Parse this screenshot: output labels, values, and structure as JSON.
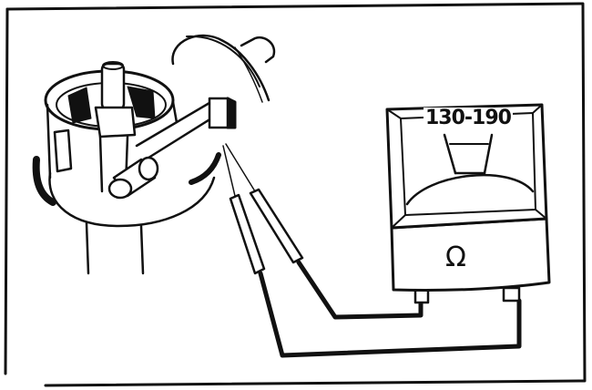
{
  "figure": {
    "subject": "Distributor pickup coil resistance test with ohmmeter",
    "meter": {
      "scale_label": "130-190",
      "unit_symbol": "Ω",
      "unit_name": "ohms"
    },
    "colors": {
      "ink": "#111111",
      "paper": "#ffffff"
    }
  }
}
